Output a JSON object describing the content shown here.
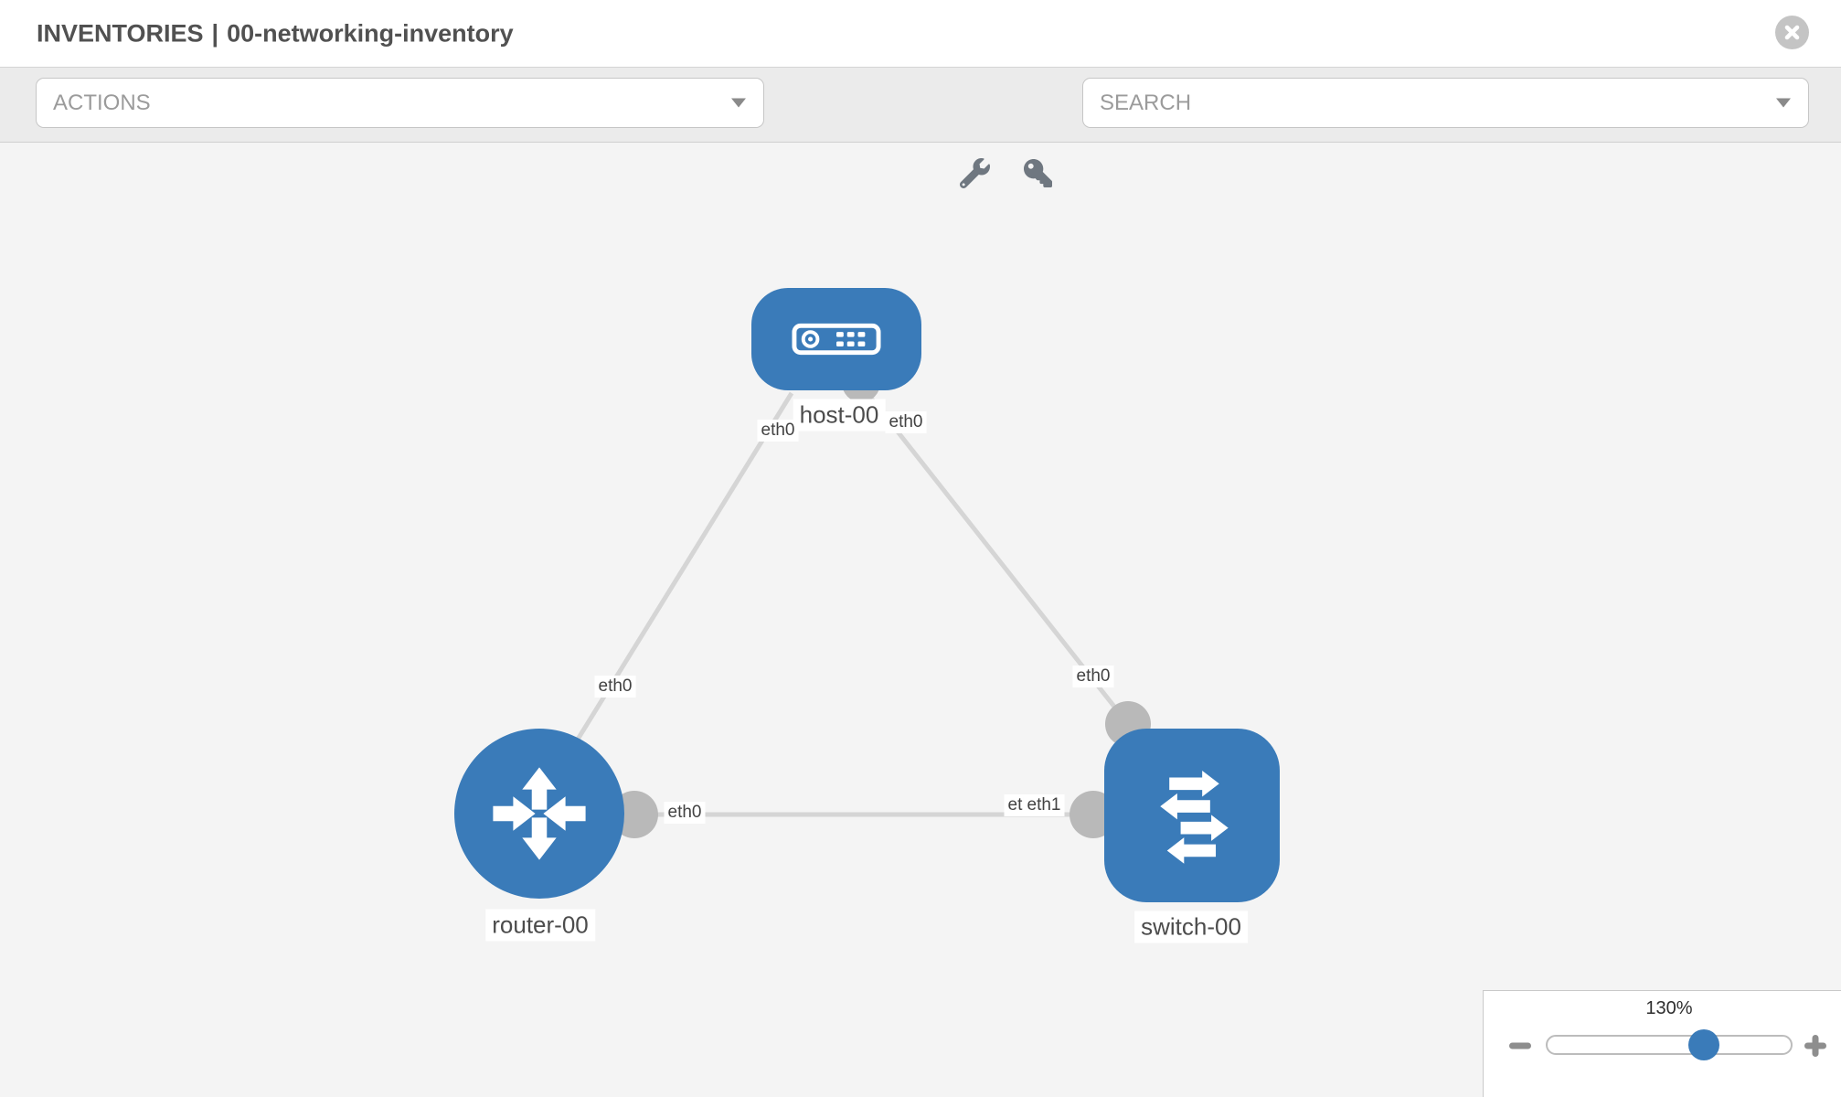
{
  "header": {
    "section_label": "INVENTORIES",
    "separator": "|",
    "inventory_name": "00-networking-inventory"
  },
  "toolbar": {
    "actions_label": "ACTIONS",
    "search_placeholder": "SEARCH",
    "tool_icons": [
      "wrench-icon",
      "key-icon"
    ]
  },
  "topology": {
    "nodes": [
      {
        "id": "host-00",
        "type": "host",
        "label": "host-00",
        "icon": "host-icon"
      },
      {
        "id": "router-00",
        "type": "router",
        "label": "router-00",
        "icon": "router-icon"
      },
      {
        "id": "switch-00",
        "type": "switch",
        "label": "switch-00",
        "icon": "switch-icon"
      }
    ],
    "links": [
      {
        "from": "host-00",
        "to": "router-00",
        "from_interface": "eth0",
        "to_interface": "eth0"
      },
      {
        "from": "host-00",
        "to": "switch-00",
        "from_interface": "eth0",
        "to_interface": "eth0"
      },
      {
        "from": "router-00",
        "to": "switch-00",
        "from_interface": "eth0",
        "to_interface": "eth1"
      }
    ],
    "edge_labels": [
      {
        "id": "host-router-host-end",
        "text": "eth0"
      },
      {
        "id": "host-router-router-end",
        "text": "eth0"
      },
      {
        "id": "host-switch-host-end",
        "text": "eth0"
      },
      {
        "id": "host-switch-switch-end",
        "text": "eth0"
      },
      {
        "id": "router-switch-router-end",
        "text": "eth0"
      },
      {
        "id": "router-switch-switch-end-under",
        "text": "eth0"
      },
      {
        "id": "router-switch-switch-end-over",
        "text": "eth1"
      }
    ]
  },
  "zoom_control": {
    "level": "130%",
    "slider_value_pct": 64
  },
  "colors": {
    "node_blue": "#3a7bb9",
    "edge_gray": "#d5d5d5",
    "interface_dot_gray": "#b9b9b9",
    "canvas_bg": "#f4f4f4",
    "toolbar_bg": "#ebebeb",
    "tool_icon_gray": "#6f7780"
  }
}
